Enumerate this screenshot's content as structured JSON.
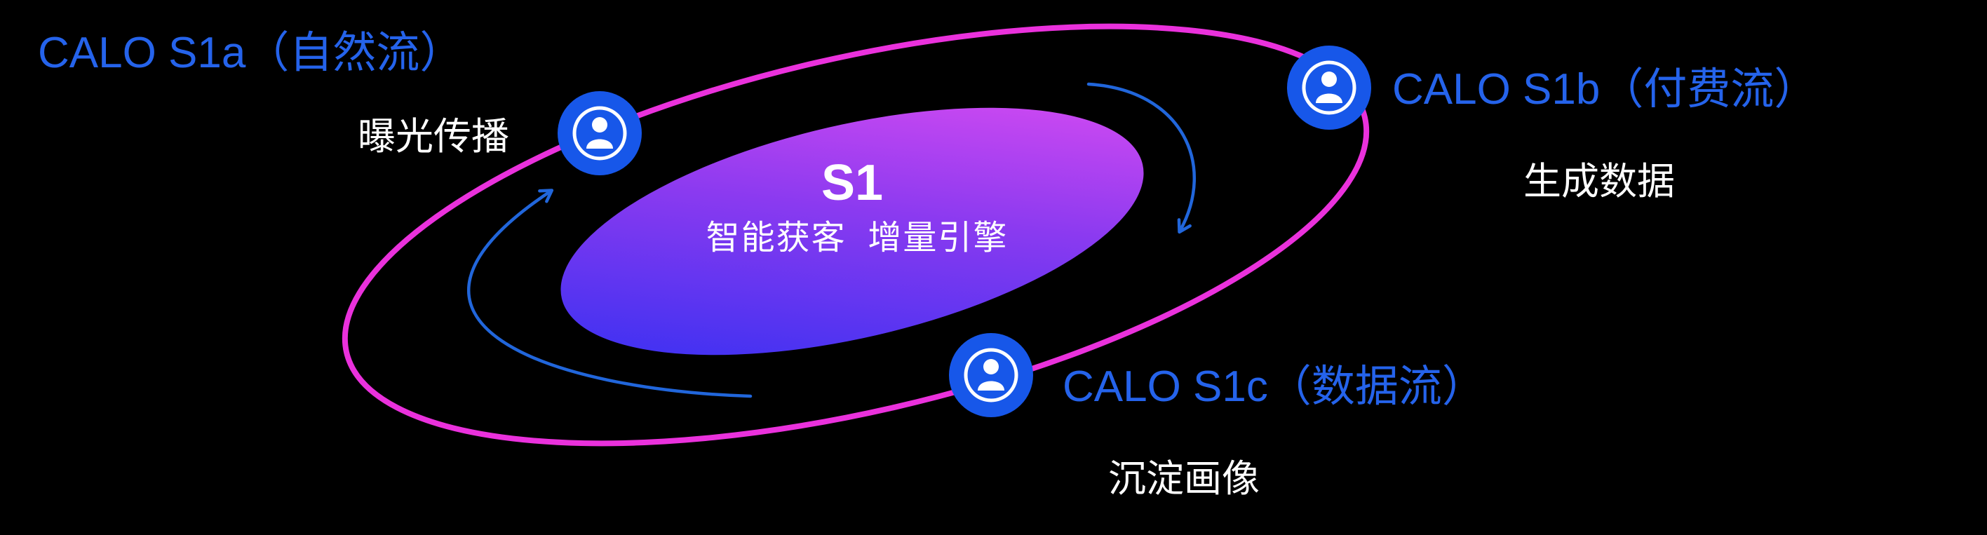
{
  "colors": {
    "background": "#000000",
    "orbit_ring": "#ea31dc",
    "node_fill": "#1757e9",
    "title_blue": "#2563eb",
    "arrow_blue": "#2166db",
    "core_grad_start": "#2b2ff2",
    "core_grad_mid": "#8a3af0",
    "core_grad_end": "#e44ef2",
    "text_white": "#ffffff"
  },
  "core": {
    "title": "S1",
    "subtitle": "智能获客  增量引擎"
  },
  "nodes": {
    "s1a": {
      "title": "CALO S1a（自然流）",
      "subtitle": "曝光传播",
      "icon": "user-icon"
    },
    "s1b": {
      "title": "CALO S1b（付费流）",
      "subtitle": "生成数据",
      "icon": "user-icon"
    },
    "s1c": {
      "title": "CALO S1c（数据流）",
      "subtitle": "沉淀画像",
      "icon": "user-icon"
    }
  }
}
